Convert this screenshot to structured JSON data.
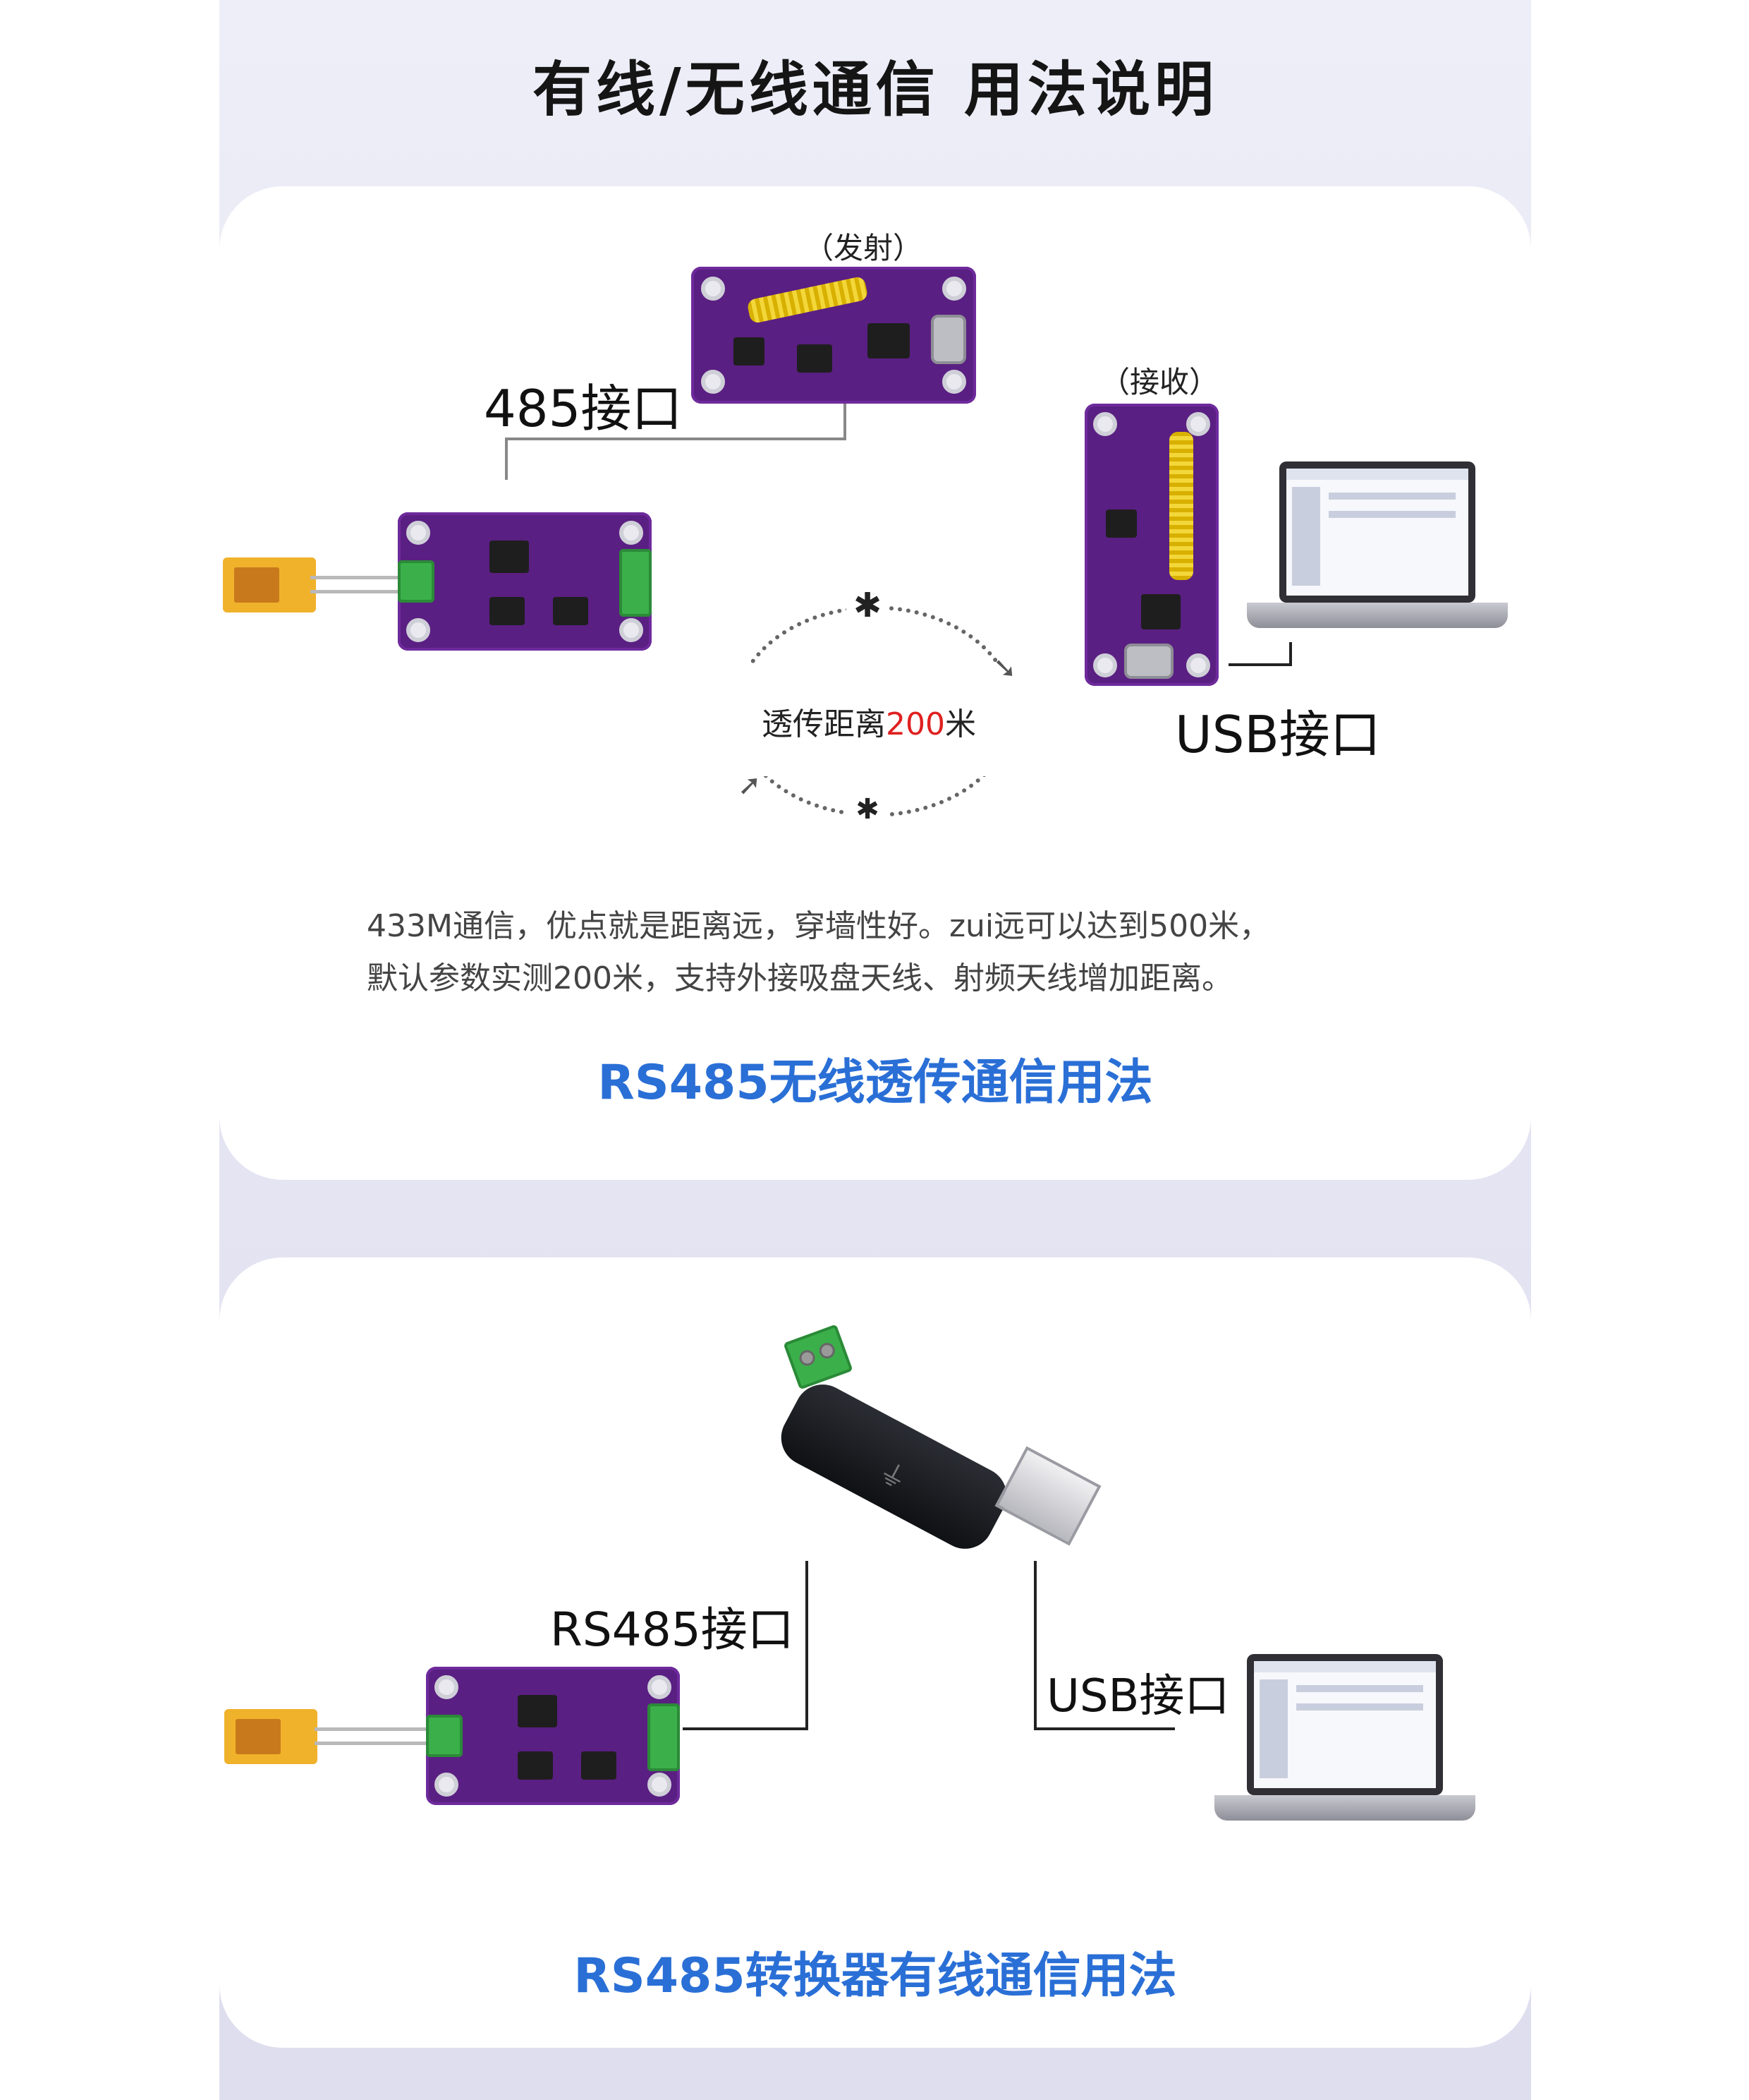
{
  "title": "有线/无线通信 用法说明",
  "wireless": {
    "transmit_label": "（发射）",
    "receive_label": "（接收）",
    "port_485": "485接口",
    "port_usb": "USB接口",
    "bluetooth_icon": "bluetooth-icon",
    "range_text_prefix": "透传距离",
    "range_value": "200",
    "range_unit": "米",
    "range_value_color": "#e02020",
    "desc_line1": "433M通信，优点就是距离远，穿墙性好。zui远可以达到500米，",
    "desc_line2": "默认参数实测200米，支持外接吸盘天线、射频天线增加距离。",
    "caption": "RS485无线透传通信用法"
  },
  "wired": {
    "port_rs485": "RS485接口",
    "port_usb": "USB接口",
    "caption": "RS485转换器有线通信用法"
  },
  "colors": {
    "caption_blue": "#2a6fd6",
    "pcb_purple": "#5a1f82",
    "background": "#e6e6f3"
  }
}
